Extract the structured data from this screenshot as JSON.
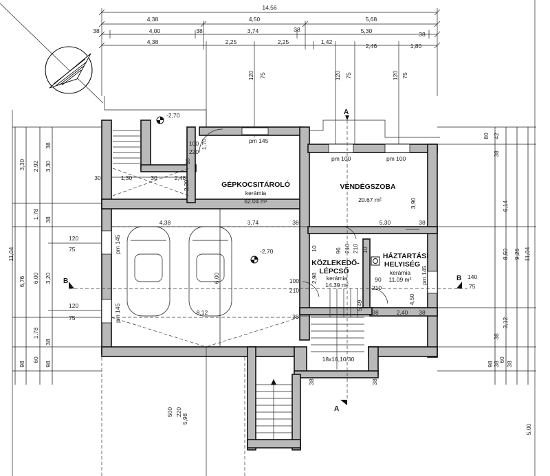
{
  "rooms": {
    "garage": {
      "name": "GÉPKOCSITÁROLÓ",
      "floor": "kerámia",
      "area": "62.04 m²"
    },
    "guest": {
      "name": "VENDÉGSZOBA",
      "area": "20.67 m²"
    },
    "hall": {
      "name_1": "KÖZLEKEDŐ-",
      "name_2": "LÉPCSŐ",
      "floor": "kerámia",
      "area": "14.39 m²"
    },
    "utility": {
      "name_1": "HÁZTARTÁSI",
      "name_2": "HELYISÉG",
      "floor": "kerámia",
      "area": "11.09 m²"
    }
  },
  "levels": {
    "entry": "-2,70",
    "garage": "-2,70"
  },
  "openings": {
    "garage_top": "pm 145",
    "guest_left": "pm 100",
    "guest_right": "pm 100",
    "garage_win_upper": "pm 145",
    "garage_win_lower": "pm 145",
    "utility_win": "pm 145"
  },
  "stair": {
    "spec": "18x16,10/30"
  },
  "sections": {
    "a_top": "A",
    "a_bottom": "A",
    "b_left": "B",
    "b_right": "B"
  },
  "dims_top": {
    "total": "14,56",
    "row1": [
      "4,38",
      "4,50",
      "5,68"
    ],
    "row2": [
      "38",
      "4,00",
      "38",
      "3,74",
      "38",
      "5,30",
      "38"
    ],
    "row3": [
      "4,38",
      "2,25",
      "2,25",
      "1,42",
      "2,46",
      "1,80"
    ],
    "verticals": [
      "120",
      "75",
      "120",
      "75",
      "120",
      "75"
    ]
  },
  "dims_left": {
    "outer": [
      "11,04"
    ],
    "b": [
      "3,30",
      "6,76",
      "98"
    ],
    "c": [
      "2,92",
      "1,78",
      "6,00",
      "1,78",
      "60"
    ],
    "d": [
      "38",
      "3,30",
      "38",
      "3,20",
      "38",
      "98"
    ],
    "row_120_1": "120",
    "row_75_1": "75",
    "row_120_2": "120",
    "row_75_2": "75"
  },
  "dims_right": {
    "outer": [
      "11,04",
      "5,00"
    ],
    "b": [
      "6,14",
      "9,26",
      "98"
    ],
    "c": [
      "3,90",
      "8,50",
      "3,12",
      "60"
    ],
    "d": [
      "80",
      "42",
      "38",
      "38",
      "4,50",
      "38",
      "38"
    ],
    "win_140": "140",
    "win_75": "75"
  },
  "inner_dims": {
    "garage_row": [
      "4,38",
      "3,74",
      "38",
      "5,30",
      "38"
    ],
    "garage_depth": "6,00",
    "garage_width": "8,12",
    "lower_row": [
      "38",
      "2,40",
      "38"
    ],
    "wall_30": [
      "30",
      "1,30",
      "30",
      "2,48",
      "30"
    ],
    "hall_vert": "2,98",
    "stair_len": "5,49",
    "door_220": "220",
    "door_100": "100",
    "door_1": "100",
    "door_2": "210",
    "door_3": "90",
    "door_4": "210",
    "small_1": "1,70",
    "small_2": "2,20",
    "small_3": "38",
    "small_4": "210",
    "small_5": "210",
    "small_6": "10",
    "small_7": "96",
    "small_8": "10",
    "bottom_1": "38",
    "bottom_2": "38",
    "garage_len": "500",
    "garage_len2": "220",
    "garage_len3": "5,98"
  }
}
